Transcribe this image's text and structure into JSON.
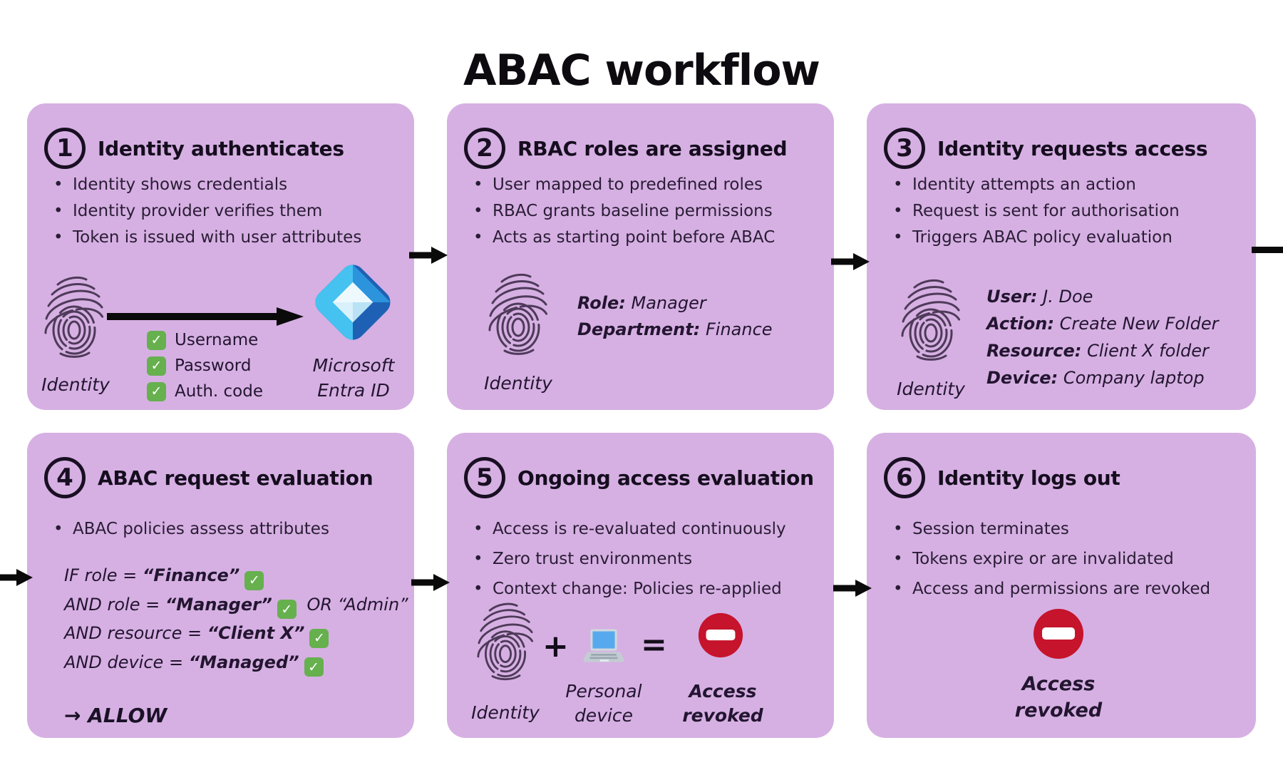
{
  "title": "ABAC workflow",
  "icons": {
    "check": "✓"
  },
  "colors": {
    "panel_bg": "#d6b0e3",
    "check_green": "#66b04e",
    "no_entry_red": "#c5142c",
    "arrow_black": "#0a0a0a"
  },
  "panels": [
    {
      "number": "1",
      "heading": "Identity authenticates",
      "bullets": [
        "Identity shows credentials",
        "Identity provider verifies them",
        "Token is issued with user attributes"
      ],
      "identity_label": "Identity",
      "checklist": [
        "Username",
        "Password",
        "Auth. code"
      ],
      "provider_name": "Microsoft Entra ID"
    },
    {
      "number": "2",
      "heading": "RBAC roles are assigned",
      "bullets": [
        "User mapped to predefined roles",
        "RBAC grants baseline permissions",
        "Acts as starting point before ABAC"
      ],
      "identity_label": "Identity",
      "attributes": [
        {
          "label": "Role:",
          "value": "Manager"
        },
        {
          "label": "Department:",
          "value": "Finance"
        }
      ]
    },
    {
      "number": "3",
      "heading": "Identity requests access",
      "bullets": [
        "Identity attempts an action",
        "Request is sent for authorisation",
        "Triggers ABAC policy evaluation"
      ],
      "identity_label": "Identity",
      "attributes": [
        {
          "label": "User:",
          "value": "J. Doe"
        },
        {
          "label": "Action:",
          "value": "Create New Folder"
        },
        {
          "label": "Resource:",
          "value": "Client X folder"
        },
        {
          "label": "Device:",
          "value": "Company laptop"
        }
      ]
    },
    {
      "number": "4",
      "heading": "ABAC request evaluation",
      "bullets": [
        "ABAC policies assess attributes"
      ],
      "rules": [
        {
          "pre": "IF role = ",
          "val": "“Finance”",
          "post": ""
        },
        {
          "pre": "AND role = ",
          "val": "“Manager”",
          "post": " OR “Admin”"
        },
        {
          "pre": "AND resource = ",
          "val": "“Client X”",
          "post": ""
        },
        {
          "pre": "AND device = ",
          "val": "“Managed”",
          "post": ""
        }
      ],
      "result": "→ ALLOW"
    },
    {
      "number": "5",
      "heading": "Ongoing access evaluation",
      "bullets": [
        "Access is re-evaluated continuously",
        "Zero trust environments",
        "Context change: Policies re-applied"
      ],
      "identity_label": "Identity",
      "plus_sign": "+",
      "device_label": "Personal device",
      "equals_sign": "=",
      "revoked_label": "Access revoked"
    },
    {
      "number": "6",
      "heading": "Identity logs out",
      "bullets": [
        "Session terminates",
        "Tokens expire or are invalidated",
        "Access and permissions are revoked"
      ],
      "revoked_label": "Access revoked"
    }
  ]
}
